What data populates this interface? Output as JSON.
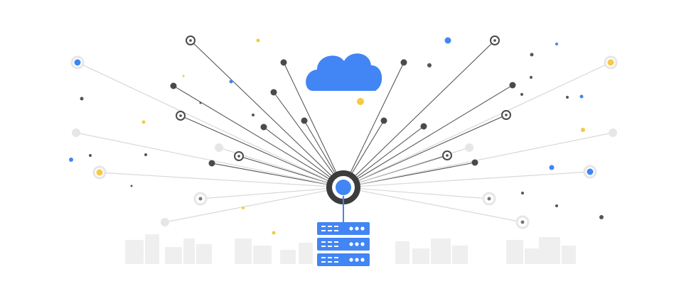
{
  "colors": {
    "background": "#ffffff",
    "cloud": "#4285f4",
    "hub_ring": "#3c3c3c",
    "hub_core": "#4285f4",
    "server": "#4285f4",
    "server_detail": "#ffffff",
    "spoke_dark": "#4a4a4a",
    "spoke_light": "#d8d8d8",
    "node_light": "#e6e6e6",
    "accent_yellow": "#f6c844",
    "accent_blue": "#4285f4",
    "building": "#efefef"
  },
  "icons": {
    "cloud": "cloud-icon",
    "hub": "connection-hub-icon",
    "server": "server-rack-icon"
  },
  "scene": {
    "server_units": 3,
    "dark_spokes": 18,
    "light_spokes": 10
  }
}
